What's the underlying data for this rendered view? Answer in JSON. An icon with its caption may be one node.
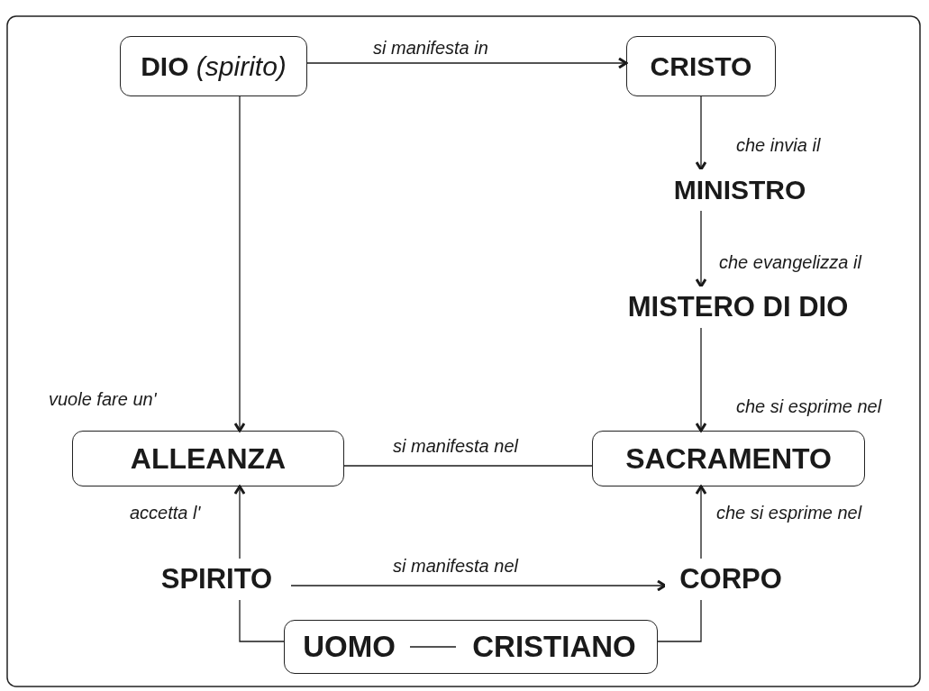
{
  "diagram": {
    "nodes": [
      {
        "text": [
          "**DIO**  *(spirito)*"
        ]
      },
      {
        "text": [
          "CRISTO"
        ]
      },
      {
        "text": [
          "MINISTRO"
        ]
      },
      {
        "text": [
          "MISTERO DI DIO"
        ]
      },
      {
        "text": [
          "ALLEANZA"
        ]
      },
      {
        "text": [
          "SACRAMENTO"
        ]
      },
      {
        "text": [
          "SPIRITO"
        ]
      },
      {
        "text": [
          "CORPO"
        ]
      },
      {
        "text": [],
        "shape": "box"
      },
      {
        "text": [
          "UOMO"
        ],
        "in": 8
      },
      {
        "text": [
          "CRISTIANO"
        ],
        "in": 8
      }
    ],
    "edges": [
      {
        "from": 0,
        "to": 1,
        "arrow": "to",
        "label": "si manifesta in"
      },
      {
        "from": 1,
        "to": 2,
        "arrow": "to",
        "label": "che invia il"
      },
      {
        "from": 2,
        "to": 3,
        "arrow": "to",
        "label": "che evangelizza il"
      },
      {
        "from": 3,
        "to": 5,
        "arrow": "to",
        "label": "che si esprime nel"
      },
      {
        "from": 0,
        "to": 4,
        "arrow": "to",
        "label": "vuole fare un'"
      },
      {
        "from": 4,
        "to": 5,
        "arrow": "none",
        "label": "si manifesta nel"
      },
      {
        "from": 7,
        "to": 5,
        "arrow": "to",
        "label": "che si esprime nel"
      },
      {
        "from": 6,
        "to": 4,
        "arrow": "to",
        "label": "accetta l'"
      },
      {
        "from": 6,
        "to": 7,
        "arrow": "to",
        "label": "si manifesta nel"
      },
      {
        "from": 9,
        "to": 10,
        "arrow": "none"
      },
      {
        "from": 6,
        "to": 8,
        "arrow": "none"
      },
      {
        "from": 7,
        "to": 8,
        "arrow": "none"
      }
    ]
  }
}
